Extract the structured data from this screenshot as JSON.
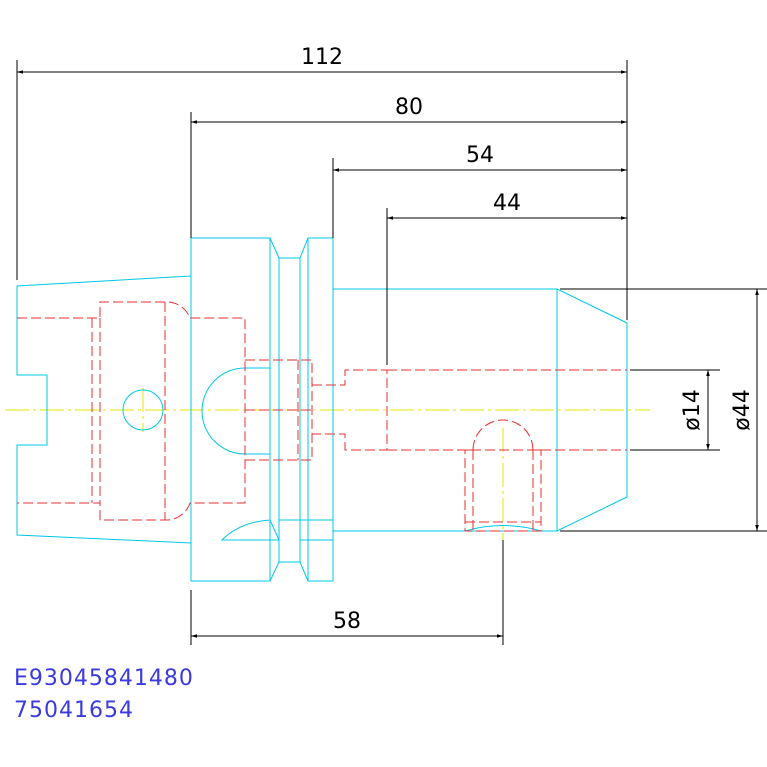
{
  "dimensions": {
    "overall_length": "112",
    "length_80": "80",
    "length_54": "54",
    "length_44": "44",
    "length_58": "58",
    "bore_diameter": "ø14",
    "outer_diameter": "ø44"
  },
  "part_codes": {
    "line1": "E93045841480",
    "line2": "75041654"
  },
  "colors": {
    "outline": "#00c8e6",
    "hidden": "#e63030",
    "centerline": "#e6e600",
    "dimension": "#000000",
    "code_text": "#3a3ae0"
  }
}
